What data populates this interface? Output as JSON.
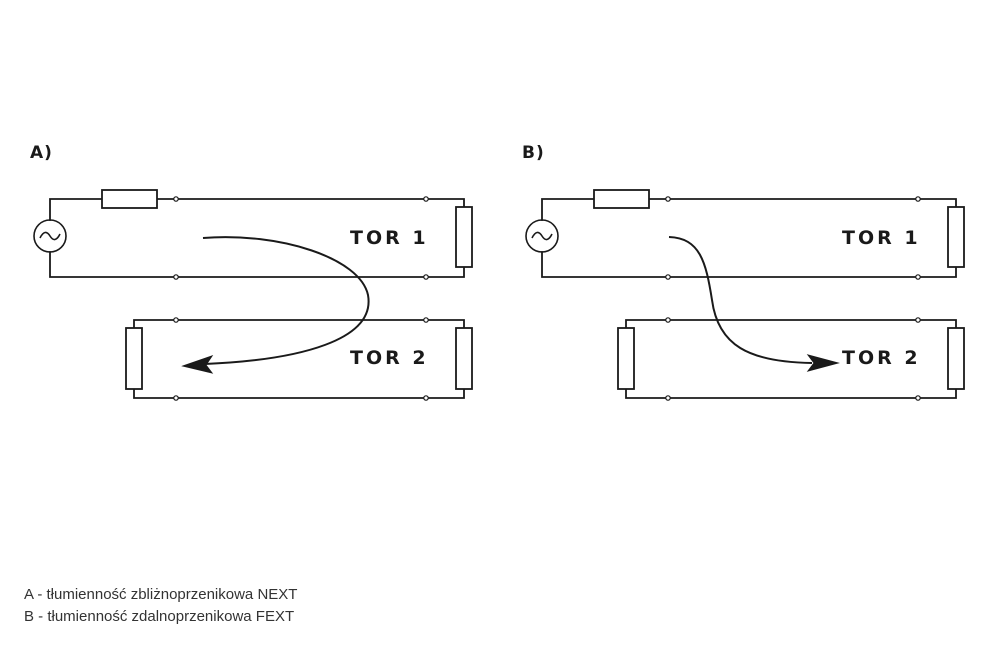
{
  "diagram": {
    "panel_a": {
      "label": "A)",
      "line1": "TOR 1",
      "line2": "TOR 2"
    },
    "panel_b": {
      "label": "B)",
      "line1": "TOR 1",
      "line2": "TOR 2"
    }
  },
  "legend": {
    "a": "A - tłumienność zbliżnoprzenikowa NEXT",
    "b": "B - tłumienność zdalnoprzenikowa FEXT"
  },
  "colors": {
    "ink": "#1a1a1a",
    "legend_text": "#333333",
    "background": "#ffffff"
  }
}
